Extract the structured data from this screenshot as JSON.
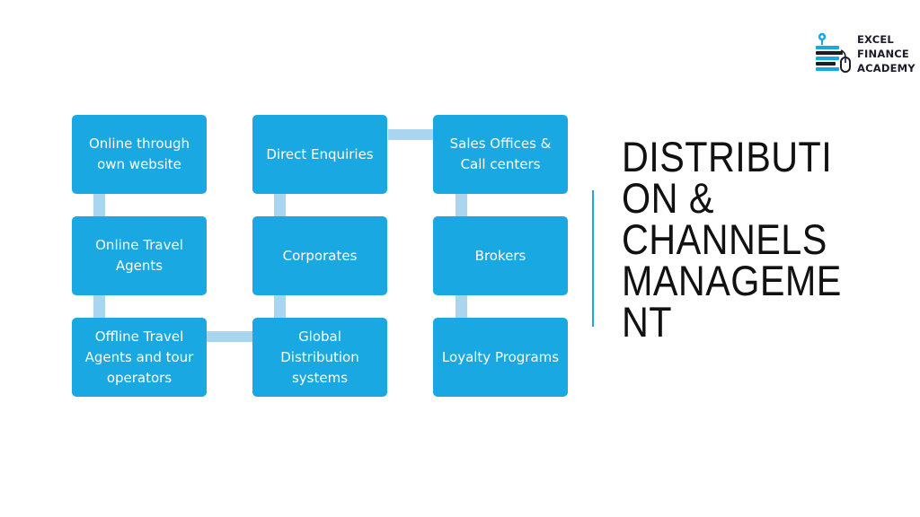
{
  "logo": {
    "lines": [
      "EXCEL",
      "FINANCE",
      "ACADEMY"
    ],
    "icon": "building-mouse-icon",
    "colors": {
      "blue": "#1aa8e2",
      "dark": "#1b1b2a"
    }
  },
  "diagram": {
    "colors": {
      "node": "#1aa8e2",
      "connector": "#a9d5ee",
      "text": "#ffffff"
    },
    "nodes": [
      {
        "label": "Online through own website"
      },
      {
        "label": "Online Travel Agents"
      },
      {
        "label": "Offline Travel Agents and tour operators"
      },
      {
        "label": "Global Distribution systems"
      },
      {
        "label": "Corporates"
      },
      {
        "label": "Direct Enquiries"
      },
      {
        "label": "Sales Offices & Call centers"
      },
      {
        "label": "Brokers"
      },
      {
        "label": "Loyalty Programs"
      }
    ]
  },
  "title": {
    "lines": [
      "DISTRIBUTI",
      "ON &",
      "CHANNELS",
      "MANAGEME",
      "NT"
    ]
  }
}
